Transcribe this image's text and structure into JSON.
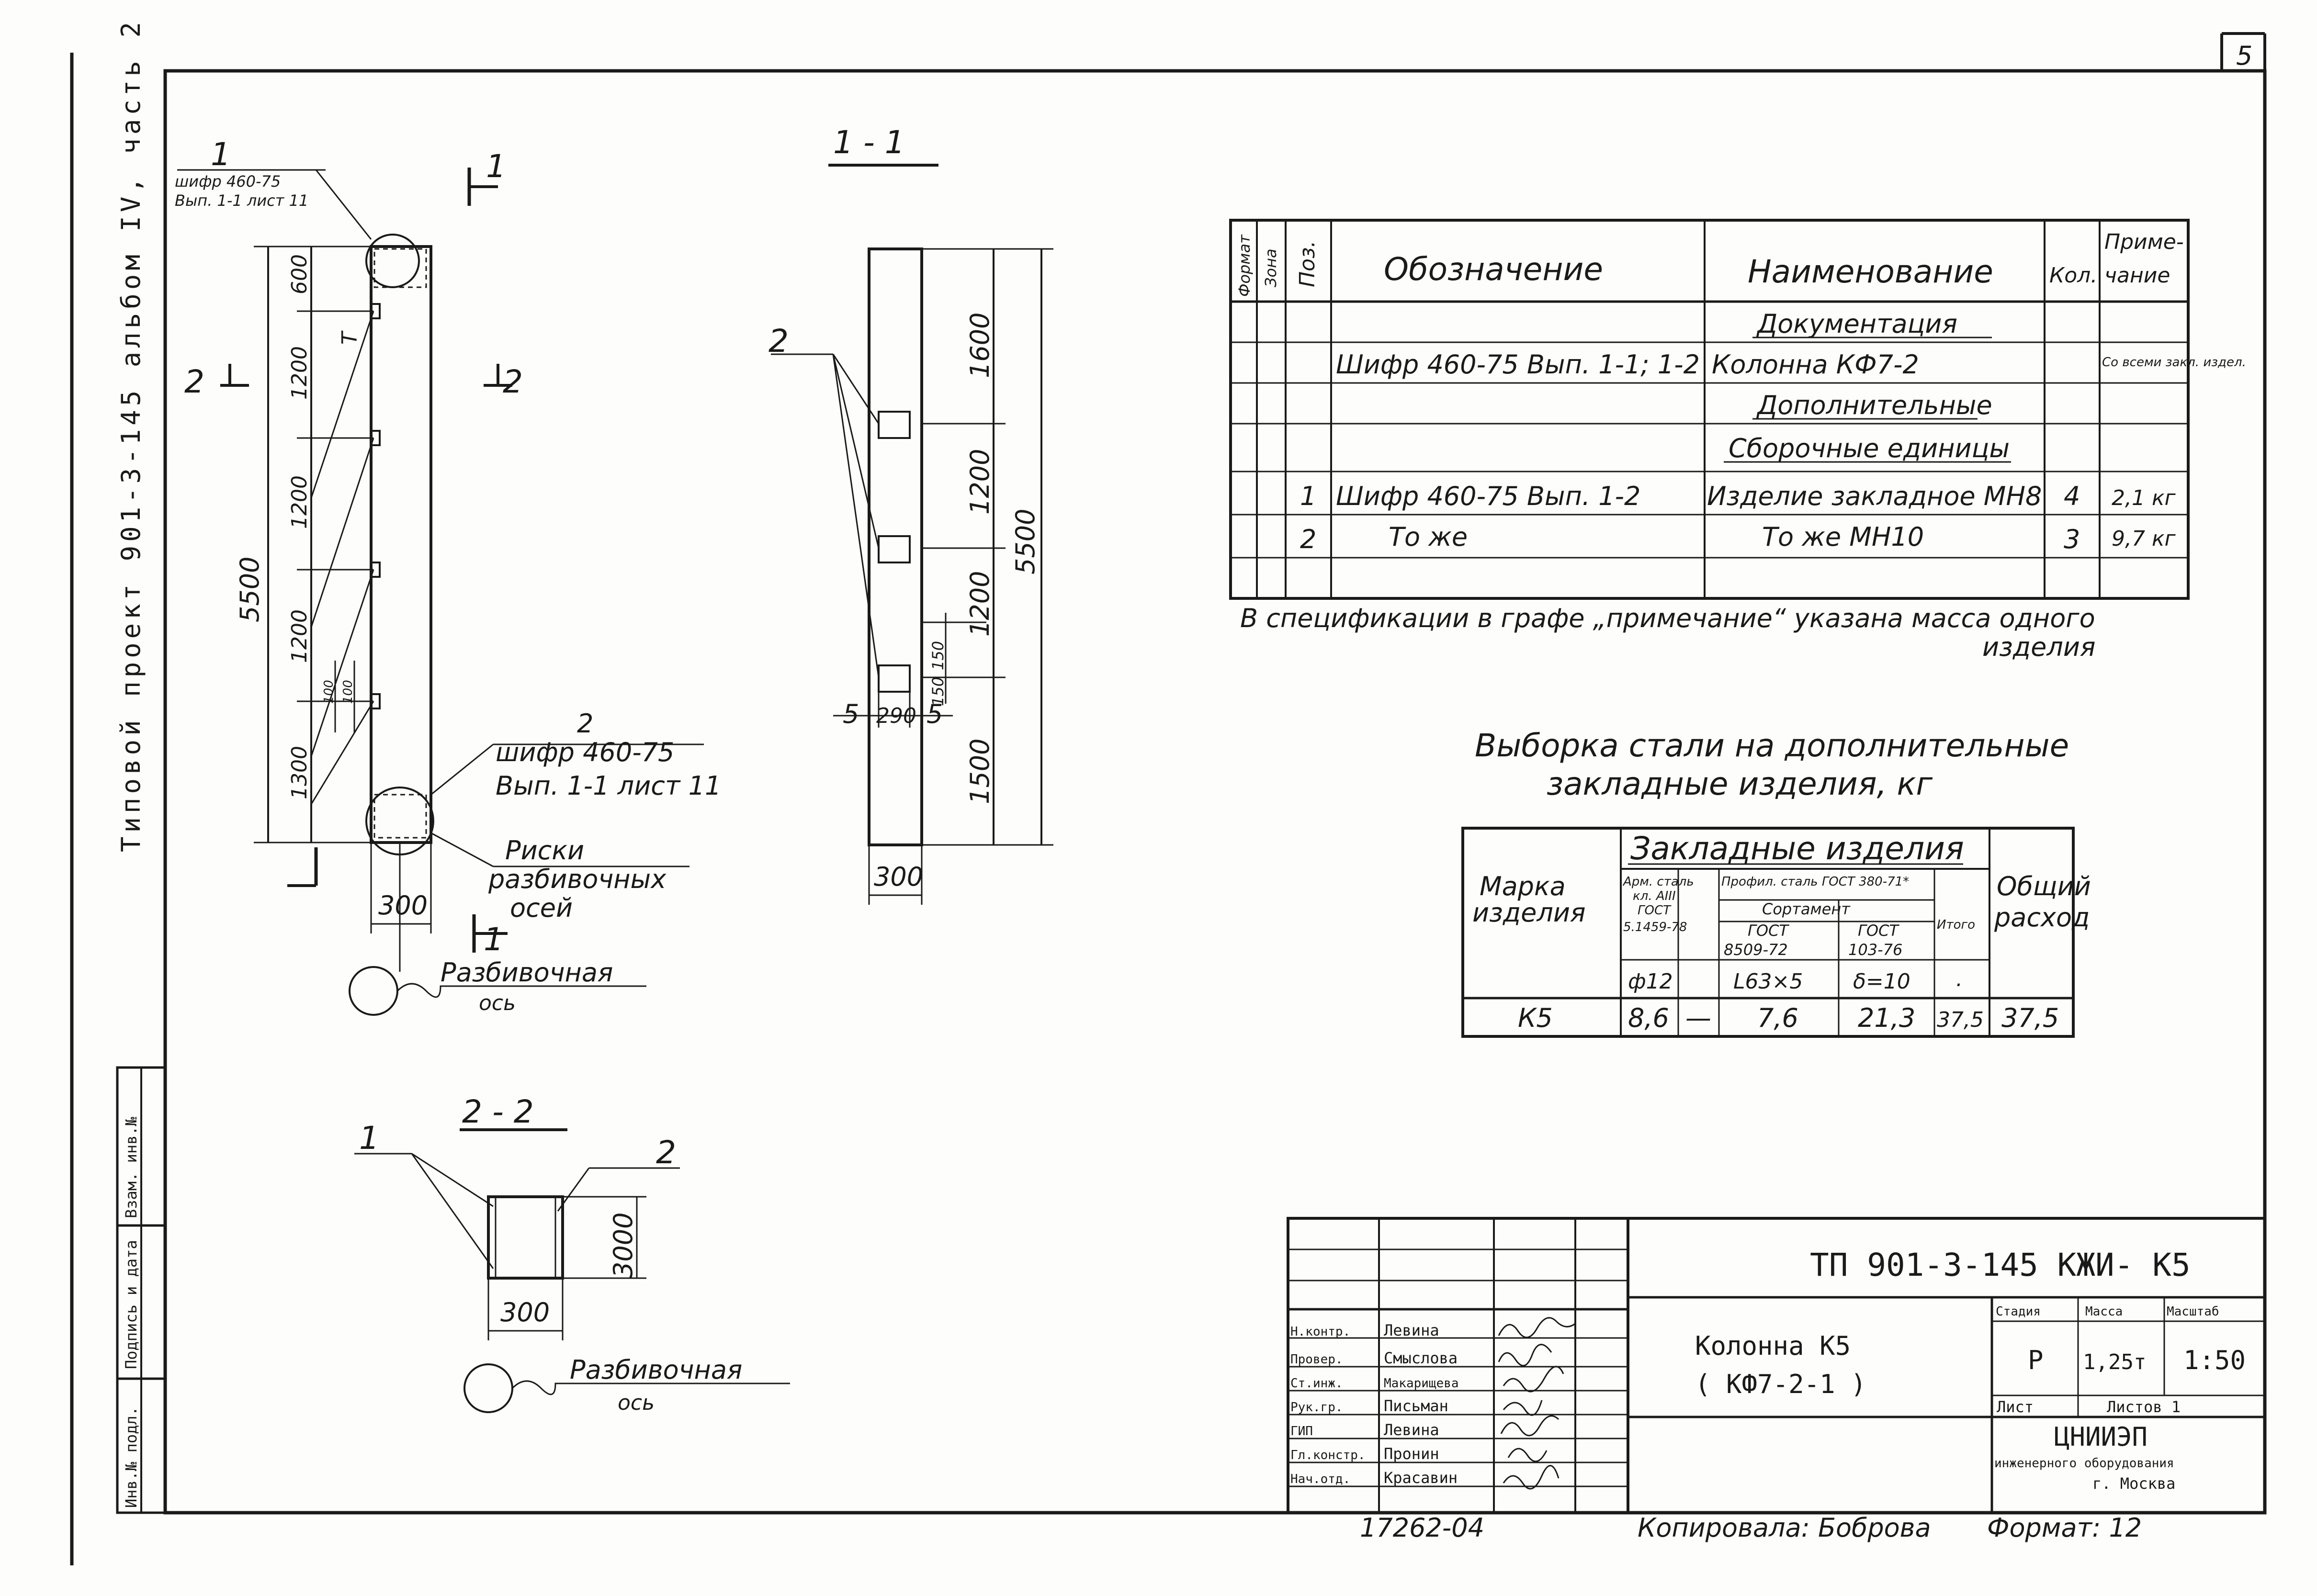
{
  "sheet": {
    "number": "5",
    "side_stamp": "Типовой проект 901-3-145 альбом IV, часть 2",
    "left_labels": [
      "Инв.№ подл.",
      "Подпись и дата",
      "Взам. инв.№"
    ]
  },
  "elevation": {
    "callout1_num": "1",
    "callout1_text1": "шифр 460-75",
    "callout1_text2": "Вып. 1-1 лист 11",
    "cut1_top": "1",
    "cut1_bottom": "1",
    "cut2_left": "2",
    "cut2_right": "2",
    "overall": "5500",
    "segments": [
      "600",
      "1200",
      "1200",
      "1200",
      "1300"
    ],
    "small_dims": [
      "100",
      "100"
    ],
    "mark_t": "Т",
    "width_dim": "300",
    "callout2_num": "2",
    "callout2_text1": "шифр 460-75",
    "callout2_text2": "Вып. 1-1 лист 11",
    "riski1": "Риски",
    "riski2": "разбивочных",
    "riski3": "осей",
    "axis1": "Разбивочная",
    "axis2": "ось"
  },
  "section11": {
    "title": "1 - 1",
    "leader": "2",
    "segments": [
      "1600",
      "1200",
      "1200",
      "1500"
    ],
    "overall": "5500",
    "small": [
      "150",
      "150"
    ],
    "bottom": [
      "5",
      "290",
      "5"
    ],
    "width": "300"
  },
  "section22": {
    "title": "2 - 2",
    "leader1": "1",
    "leader2": "2",
    "height": "3000",
    "width": "300",
    "axis1": "Разбивочная",
    "axis2": "ось"
  },
  "spec": {
    "headers": [
      "Формат",
      "Зона",
      "Поз.",
      "Обозначение",
      "Наименование",
      "Кол.",
      "Приме-",
      "чание"
    ],
    "rows": [
      {
        "pos": "",
        "code": "",
        "name": "Документация",
        "qty": "",
        "note": ""
      },
      {
        "pos": "",
        "code": "Шифр 460-75  Вып. 1-1; 1-2",
        "name": "Колонна  КФ7-2",
        "qty": "",
        "note": "Со всеми закл. издел."
      },
      {
        "pos": "",
        "code": "",
        "name": "Дополнительные",
        "qty": "",
        "note": ""
      },
      {
        "pos": "",
        "code": "",
        "name": "Сборочные единицы",
        "qty": "",
        "note": ""
      },
      {
        "pos": "1",
        "code": "Шифр 460-75  Вып. 1-2",
        "name": "Изделие закладное МН8",
        "qty": "4",
        "note": "2,1 кг"
      },
      {
        "pos": "2",
        "code": "То же",
        "name": "То же        МН10",
        "qty": "3",
        "note": "9,7 кг"
      },
      {
        "pos": "",
        "code": "",
        "name": "",
        "qty": "",
        "note": ""
      }
    ],
    "footnote1": "В спецификации в графе „примечание“ указана масса одного",
    "footnote2": "изделия"
  },
  "steel": {
    "title1": "Выборка стали на дополнительные",
    "title2": "закладные изделия, кг",
    "marka1": "Марка",
    "marka2": "изделия",
    "group": "Закладные изделия",
    "arm1": "Арм. сталь",
    "arm2": "кл. АIII",
    "arm3": "ГОСТ",
    "arm4": "5.1459-78",
    "prof": "Профил. сталь ГОСТ 380-71*",
    "sort": "Сортамент",
    "gost1a": "ГОСТ",
    "gost1b": "8509-72",
    "gost2a": "ГОСТ",
    "gost2b": "103-76",
    "itogo": "Итого",
    "total1": "Общий",
    "total2": "расход",
    "sub1": "ф12",
    "sub2": "L63×5",
    "sub3": "δ=10",
    "sub4": ".",
    "row": {
      "mark": "К5",
      "arm": "8,6",
      "blank": "—",
      "angle": "7,6",
      "plate": "21,3",
      "itogo": "37,5",
      "total": "37,5"
    }
  },
  "title_block": {
    "project": "ТП  901-3-145  КЖИ- К5",
    "name1": "Колонна К5",
    "name2": "( КФ7-2-1 )",
    "stage_h": "Стадия",
    "mass_h": "Масса",
    "scale_h": "Масштаб",
    "stage": "Р",
    "mass": "1,25т",
    "scale": "1:50",
    "sheet_h": "Лист",
    "sheets_h": "Листов 1",
    "org1": "ЦНИИЭП",
    "org2": "инженерного оборудования",
    "org3": "г. Москва",
    "people": [
      {
        "role": "Н.контр.",
        "name": "Левина"
      },
      {
        "role": "Провер.",
        "name": "Смыслова"
      },
      {
        "role": "Ст.инж.",
        "name": "Макарищева"
      },
      {
        "role": "Рук.гр.",
        "name": "Письман"
      },
      {
        "role": "ГИП",
        "name": "Левина"
      },
      {
        "role": "Гл.констр.",
        "name": "Пронин"
      },
      {
        "role": "Нач.отд.",
        "name": "Красавин"
      }
    ],
    "archive": "17262-04",
    "copied": "Копировала: Боброва",
    "format": "Формат: 12"
  }
}
